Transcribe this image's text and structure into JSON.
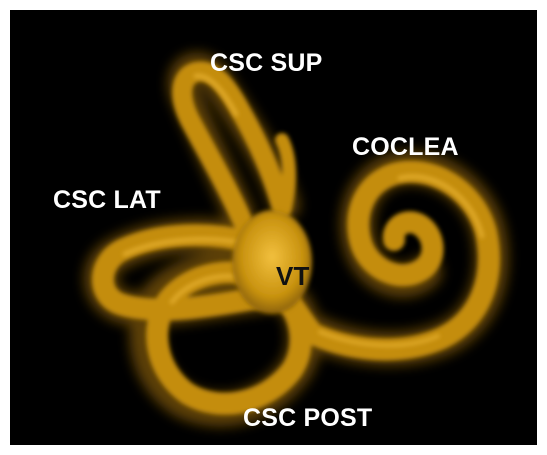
{
  "labels": {
    "csc_sup": "CSC SUP",
    "coclea": "COCLEA",
    "csc_lat": "CSC LAT",
    "vt": "VT",
    "csc_post": "CSC POST"
  },
  "colors": {
    "background": "#000000",
    "structure": "#c89212",
    "structure_highlight": "#f0bc3a",
    "label_text": "#ffffff",
    "vt_text": "#111111"
  }
}
